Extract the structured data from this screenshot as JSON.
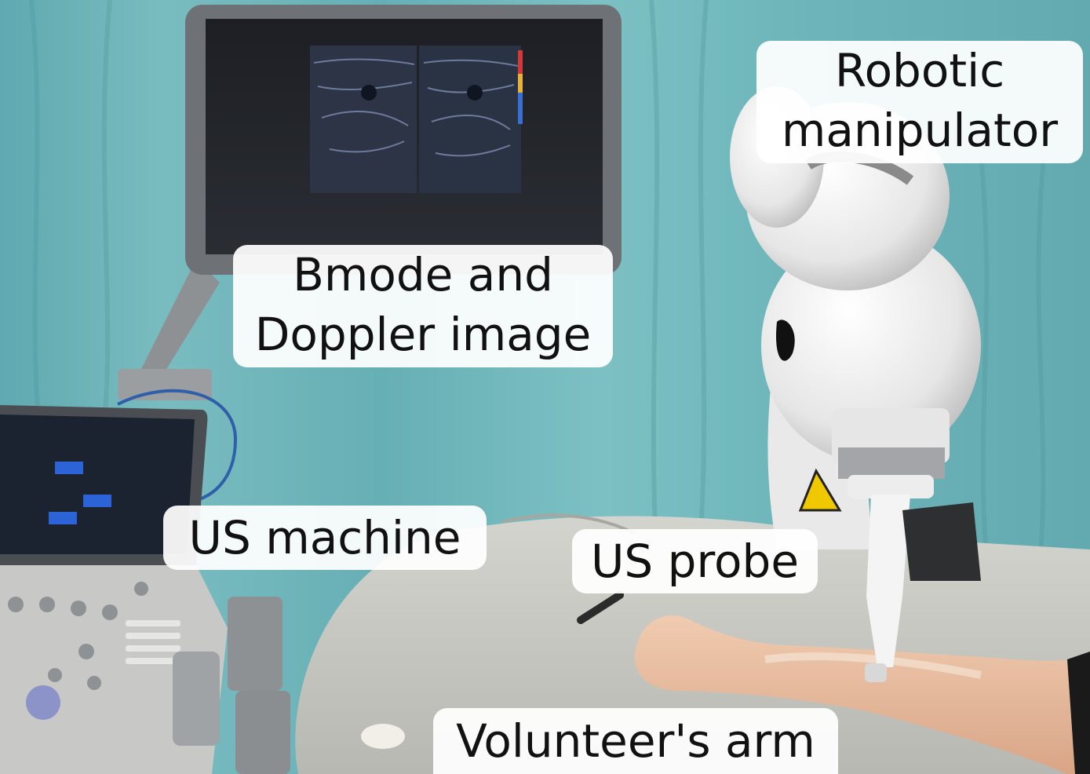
{
  "labels": {
    "robotic_manipulator": [
      "Robotic",
      "manipulator"
    ],
    "bmode_doppler": [
      "Bmode and",
      "Doppler image"
    ],
    "us_machine": "US machine",
    "us_probe": "US probe",
    "volunteer_arm": "Volunteer's arm"
  },
  "colors": {
    "curtain": "#6fb3b8",
    "table": "#c9c9c4",
    "robot": "#f2f2f2",
    "label_bg": "#ffffff",
    "label_text": "#111111"
  }
}
